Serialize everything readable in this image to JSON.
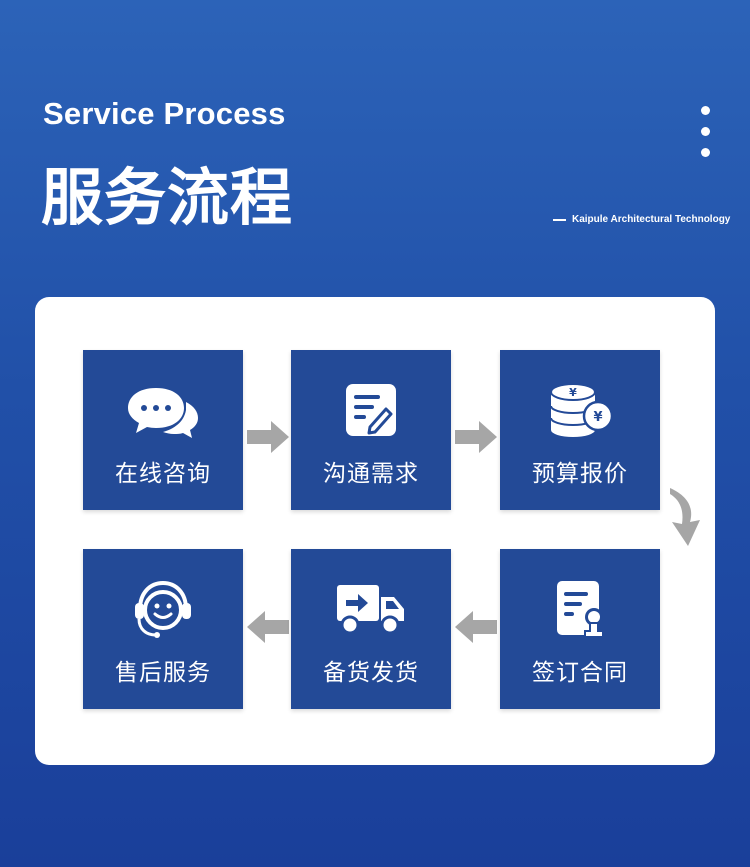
{
  "header": {
    "title_en": "Service Process",
    "title_cn": "服务流程",
    "company": "Kaipule Architectural Technology"
  },
  "colors": {
    "background": "#2150a8",
    "step_box": "#234a97",
    "arrow": "#a6a6a6",
    "panel": "#ffffff"
  },
  "steps": [
    {
      "label": "在线咨询",
      "icon": "chat-bubbles-icon"
    },
    {
      "label": "沟通需求",
      "icon": "edit-document-icon"
    },
    {
      "label": "预算报价",
      "icon": "coins-icon"
    },
    {
      "label": "签订合同",
      "icon": "contract-icon"
    },
    {
      "label": "备货发货",
      "icon": "delivery-truck-icon"
    },
    {
      "label": "售后服务",
      "icon": "support-headset-icon"
    }
  ]
}
